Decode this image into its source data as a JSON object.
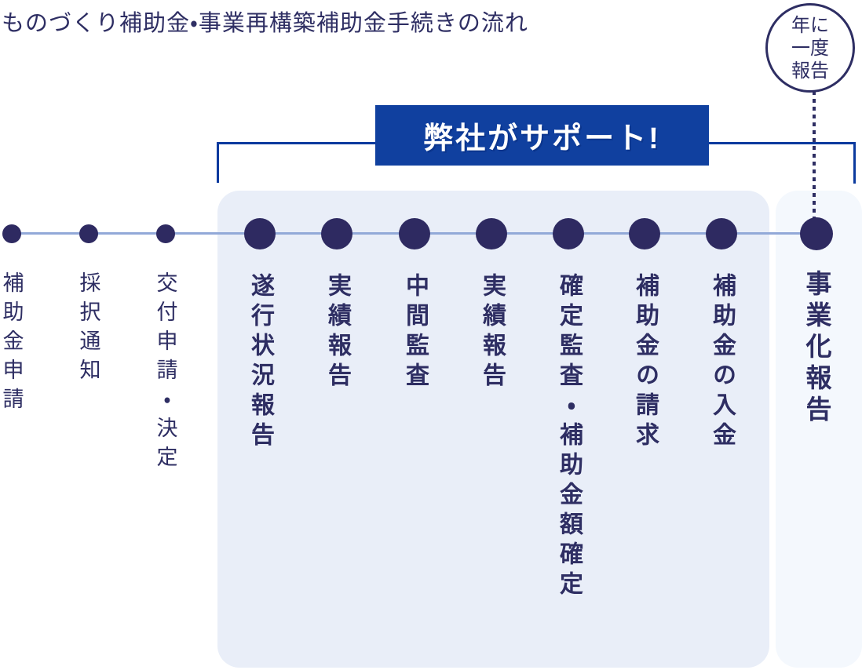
{
  "title": "ものづくり補助金・事業再構築補助金手続きの流れ",
  "badge": {
    "lines": [
      "年に",
      "一度",
      "報告"
    ]
  },
  "banner": {
    "label": "弊社がサポート!"
  },
  "colors": {
    "navy": "#2e2a61",
    "text_navy": "#2e2e63",
    "banner_blue": "#10409f",
    "bracket_blue": "#0b3a9e",
    "line_blue": "#92a9d8",
    "support_box_bg": "#e9eef8",
    "post_box_bg": "#f4f8fd"
  },
  "timeline": {
    "steps": [
      {
        "label": "補助金申請",
        "group": "pre"
      },
      {
        "label": "採択通知",
        "group": "pre"
      },
      {
        "label": "交付申請・決定",
        "group": "pre"
      },
      {
        "label": "遂行状況報告",
        "group": "support"
      },
      {
        "label": "実績報告",
        "group": "support"
      },
      {
        "label": "中間監査",
        "group": "support"
      },
      {
        "label": "実績報告",
        "group": "support"
      },
      {
        "label": "確定監査・補助金額確定",
        "group": "support"
      },
      {
        "label": "補助金の請求",
        "group": "support"
      },
      {
        "label": "補助金の入金",
        "group": "support"
      },
      {
        "label": "事業化報告",
        "group": "post"
      }
    ]
  }
}
